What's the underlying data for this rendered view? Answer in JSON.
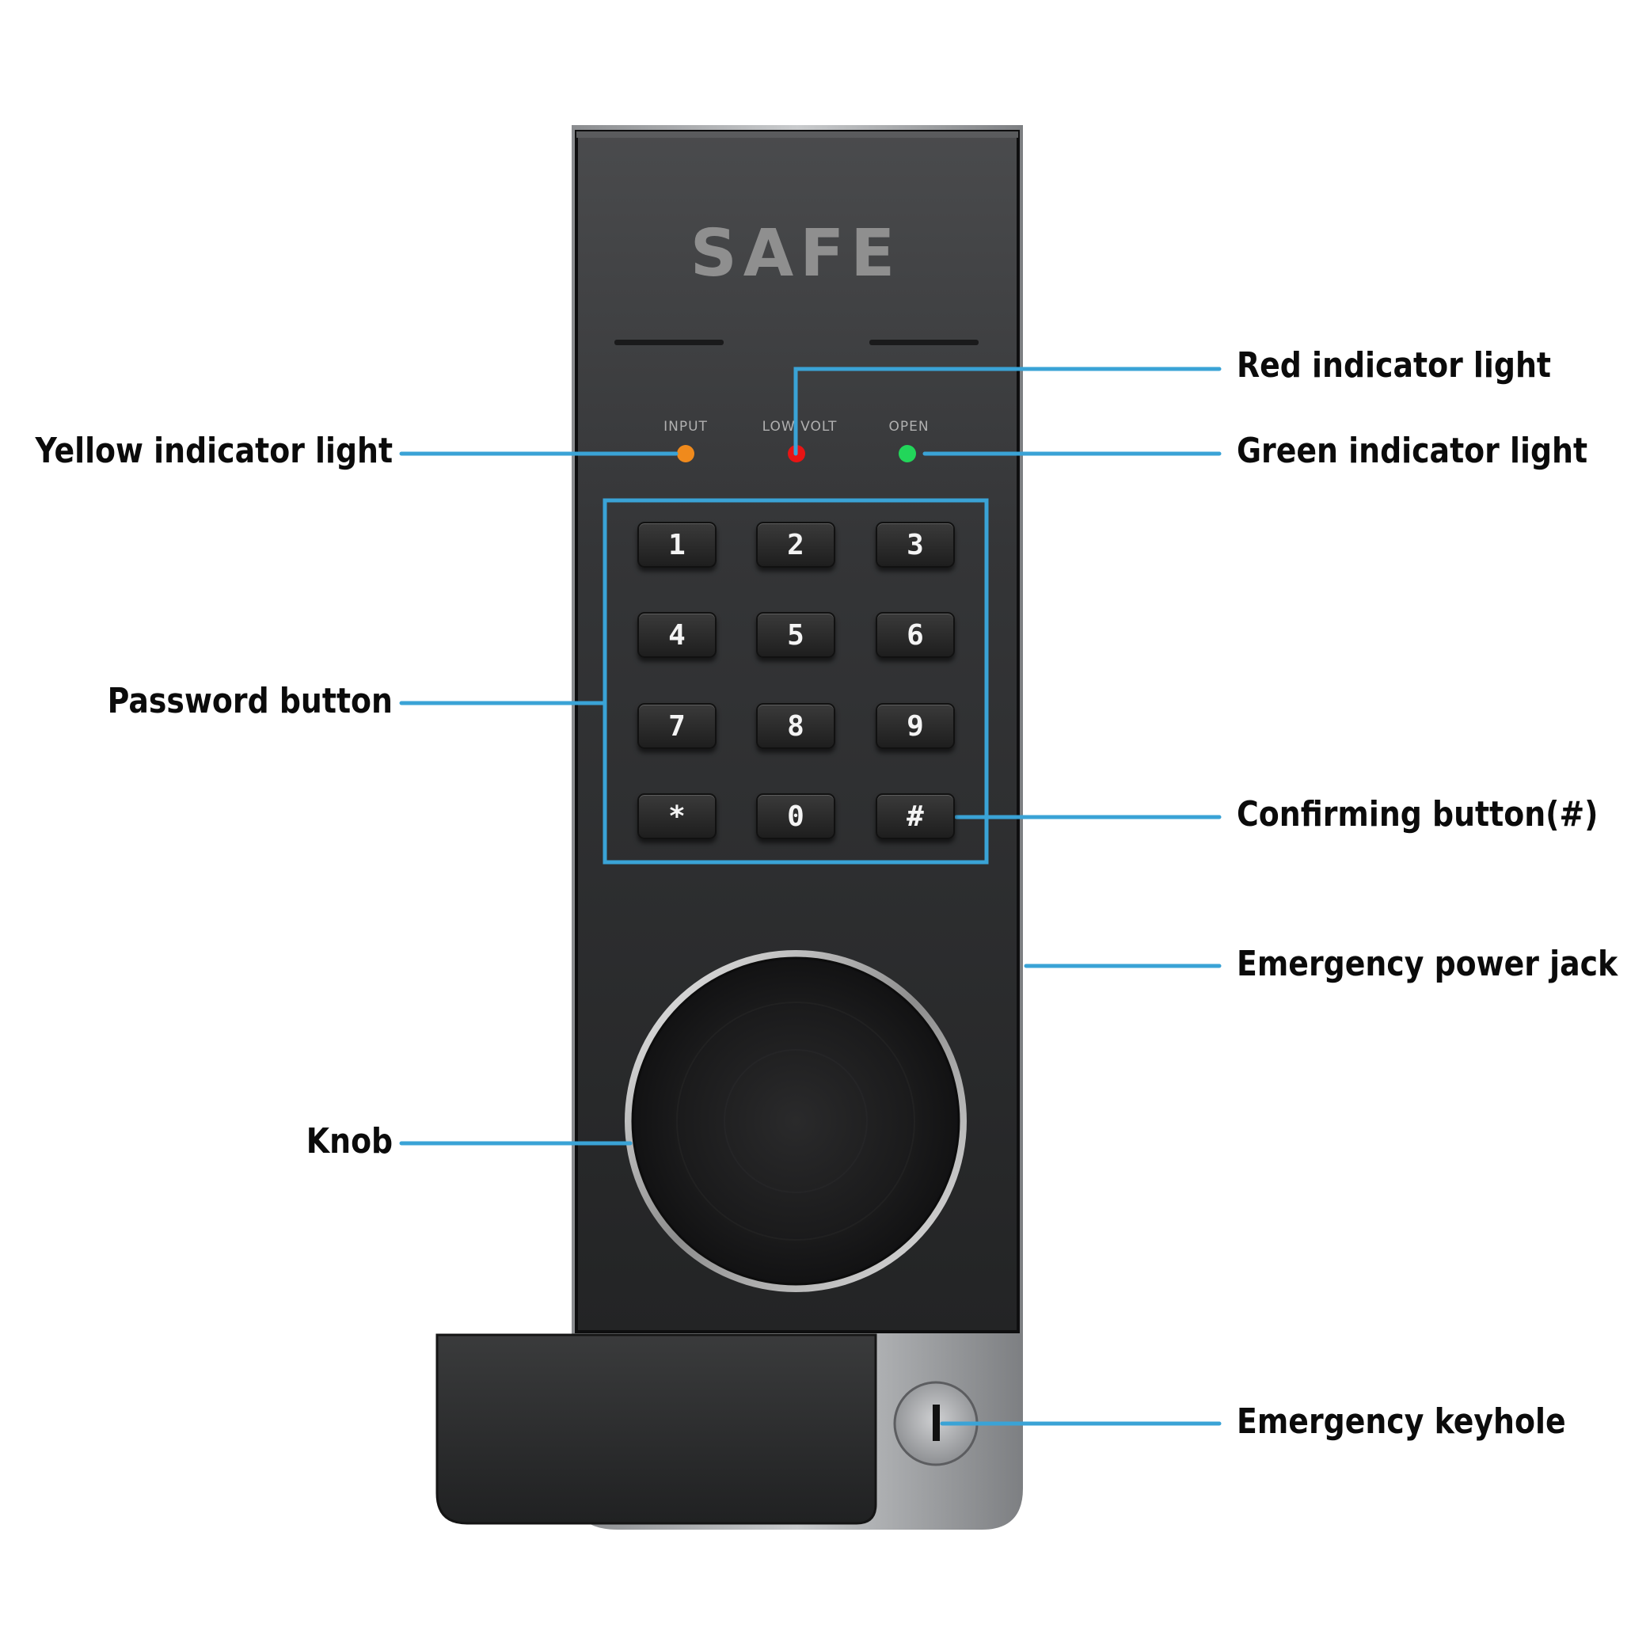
{
  "device": {
    "brand": "SAFE",
    "indicator_labels": [
      "INPUT",
      "LOW VOLT",
      "OPEN"
    ],
    "keys": [
      "1",
      "2",
      "3",
      "4",
      "5",
      "6",
      "7",
      "8",
      "9",
      "*",
      "0",
      "#"
    ]
  },
  "callouts": {
    "yellow_light": "Yellow indicator light",
    "red_light": "Red indicator light",
    "green_light": "Green indicator light",
    "password_button": "Password button",
    "confirming_button": "Confirming button(#)",
    "power_jack": "Emergency power jack",
    "knob": "Knob",
    "keyhole": "Emergency keyhole"
  },
  "colors": {
    "callout_line": "#3aa3d6",
    "yellow_led": "#f08a1c",
    "red_led": "#e81414",
    "green_led": "#22d65a",
    "panel": "#2b2c2d"
  }
}
